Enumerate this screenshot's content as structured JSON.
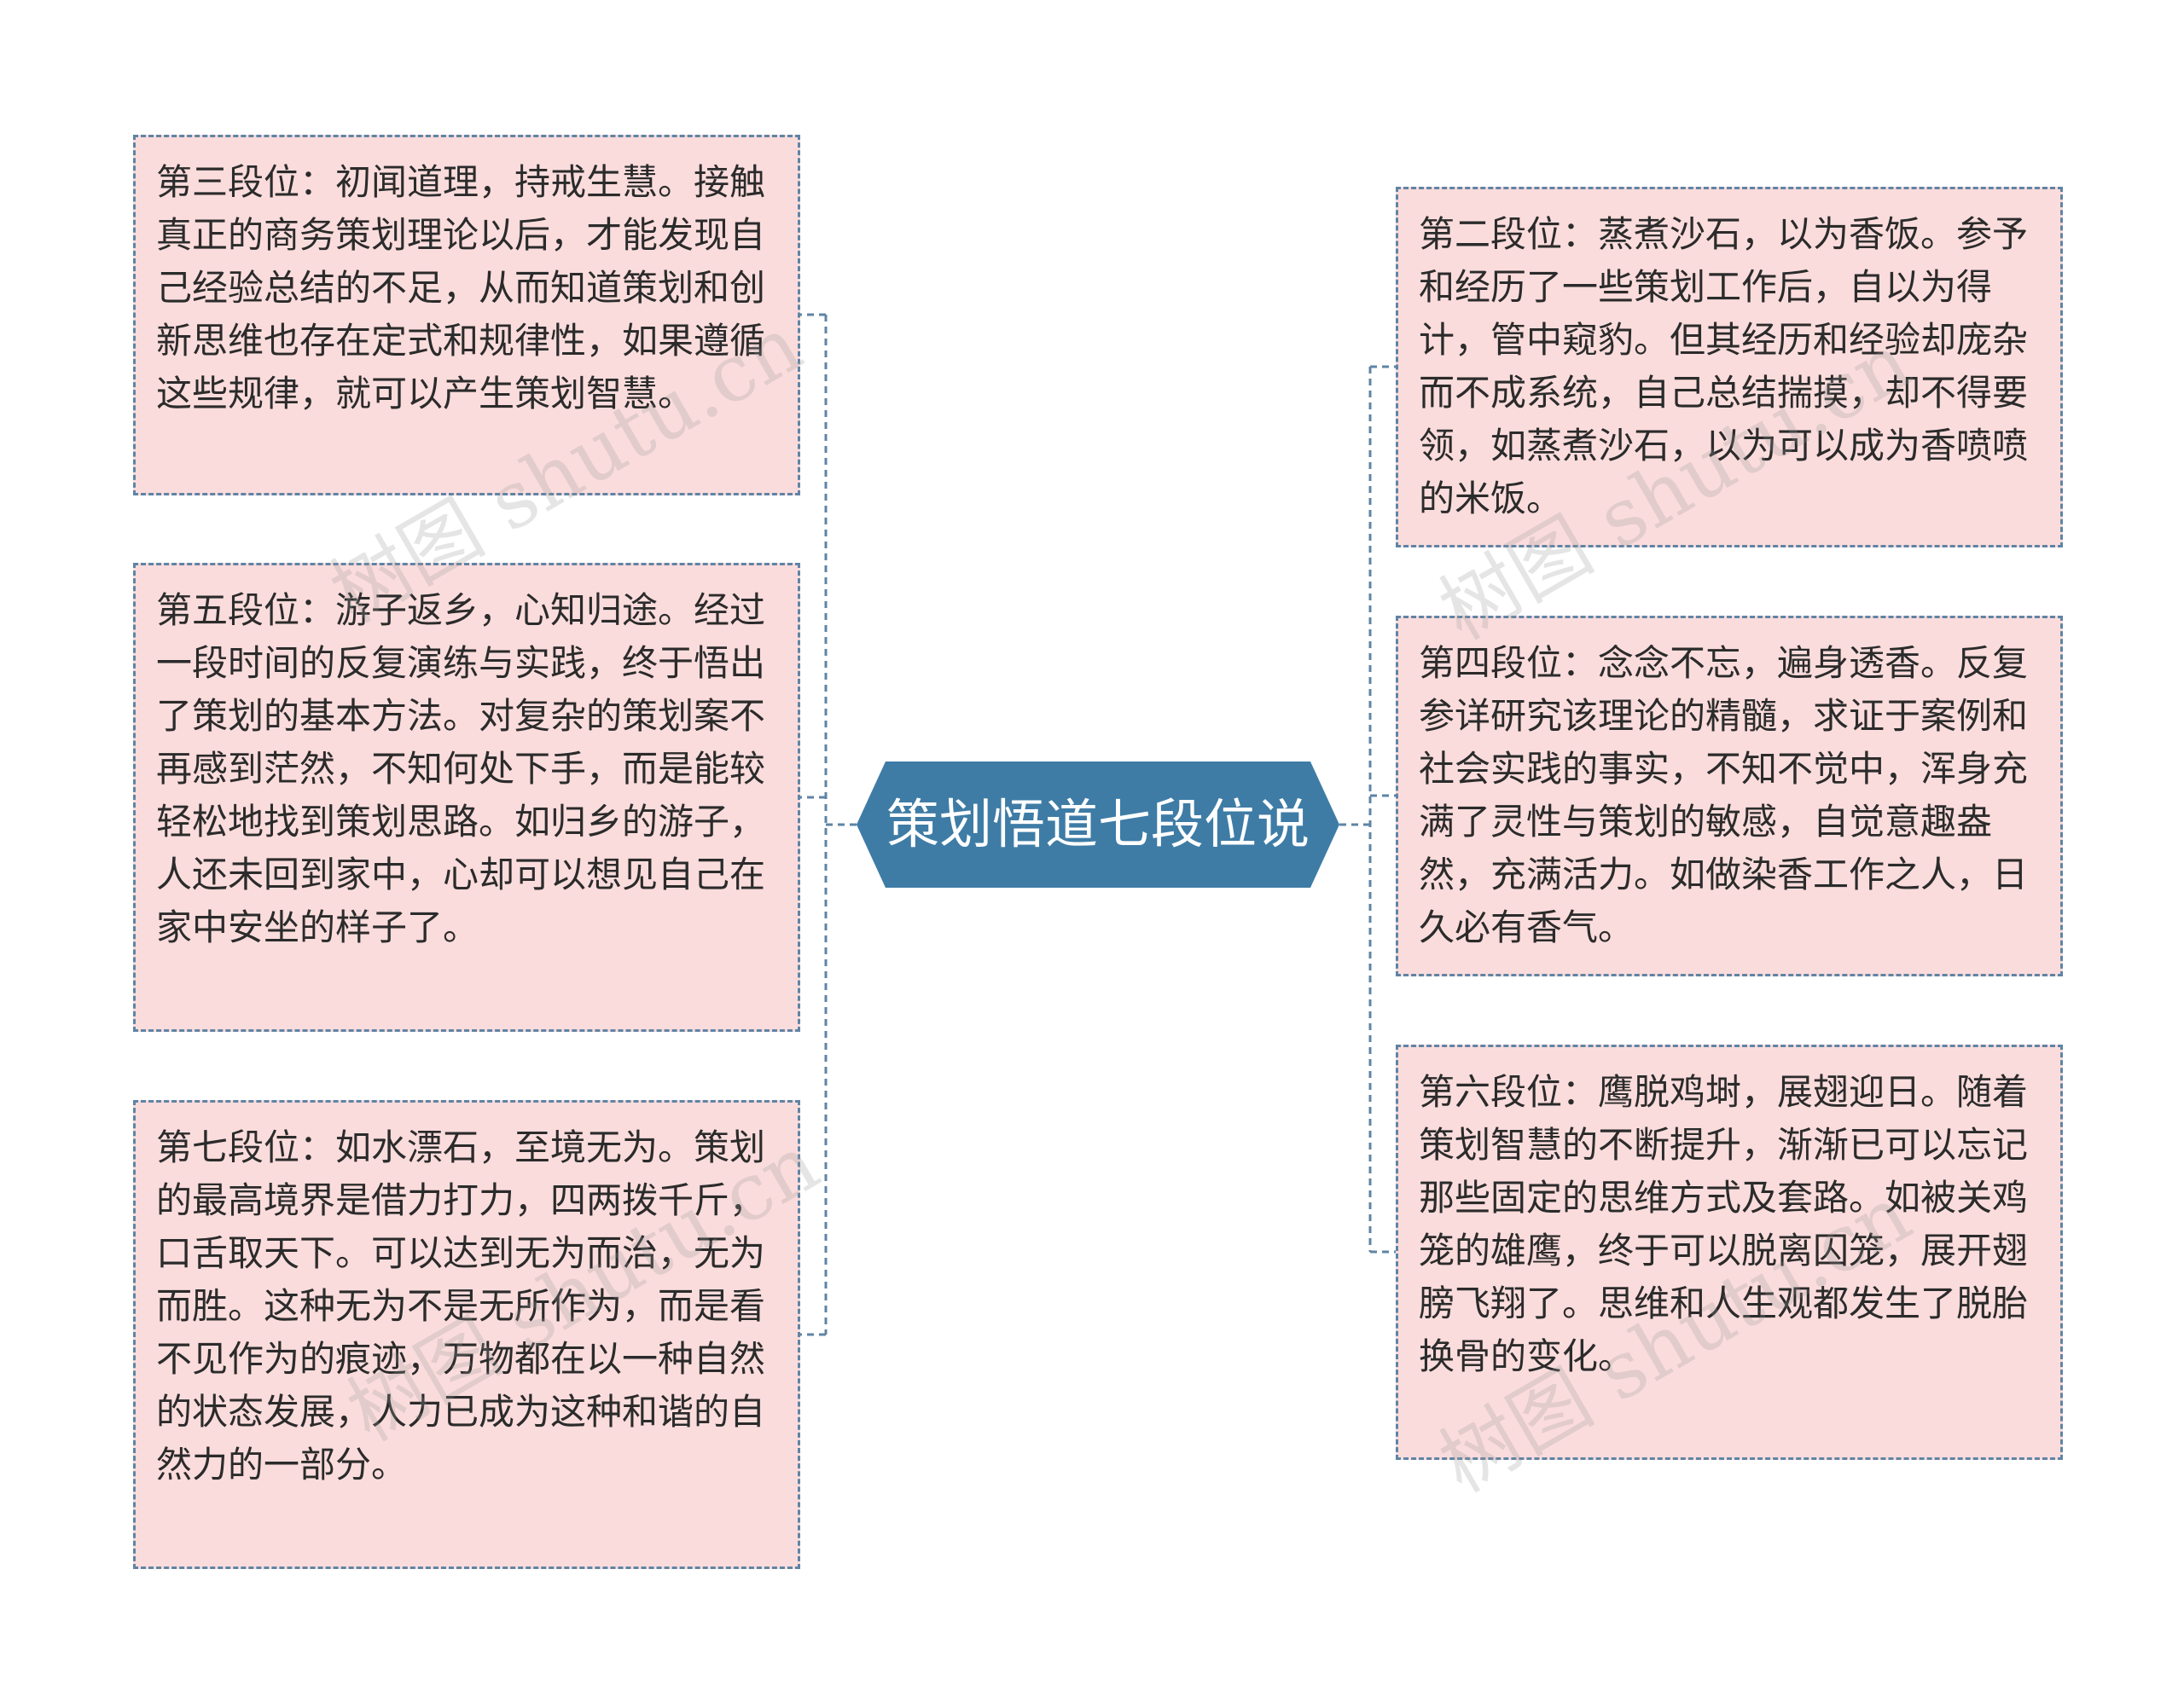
{
  "diagram": {
    "center": {
      "label": "策划悟道七段位说"
    },
    "nodes": {
      "n3": "第三段位：初闻道理，持戒生慧。接触真正的商务策划理论以后，才能发现自己经验总结的不足，从而知道策划和创新思维也存在定式和规律性，如果遵循这些规律，就可以产生策划智慧。",
      "n5": "第五段位：游子返乡，心知归途。经过一段时间的反复演练与实践，终于悟出了策划的基本方法。对复杂的策划案不再感到茫然，不知何处下手，而是能较轻松地找到策划思路。如归乡的游子，人还未回到家中，心却可以想见自己在家中安坐的样子了。",
      "n7": "第七段位：如水漂石，至境无为。策划的最高境界是借力打力，四两拨千斤，口舌取天下。可以达到无为而治，无为而胜。这种无为不是无所作为，而是看不见作为的痕迹，万物都在以一种自然的状态发展，人力已成为这种和谐的自然力的一部分。",
      "n2": "第二段位：蒸煮沙石，以为香饭。参予和经历了一些策划工作后，自以为得计，管中窥豹。但其经历和经验却庞杂而不成系统，自己总结揣摸，却不得要领，如蒸煮沙石，以为可以成为香喷喷的米饭。",
      "n4": "第四段位：念念不忘，遍身透香。反复参详研究该理论的精髓，求证于案例和社会实践的事实，不知不觉中，浑身充满了灵性与策划的敏感，自觉意趣盎然，充满活力。如做染香工作之人，日久必有香气。",
      "n6": "第六段位：鹰脱鸡埘，展翅迎日。随着策划智慧的不断提升，渐渐已可以忘记那些固定的思维方式及套路。如被关鸡笼的雄鹰，终于可以脱离囚笼，展开翅膀飞翔了。思维和人生观都发生了脱胎换骨的变化。"
    }
  },
  "colors": {
    "node_fill": "#fbdcdc",
    "node_border": "#5f84a5",
    "center_fill": "#3e7ca6",
    "connector": "#5f84a5"
  },
  "watermark": "树图 shutu.cn"
}
